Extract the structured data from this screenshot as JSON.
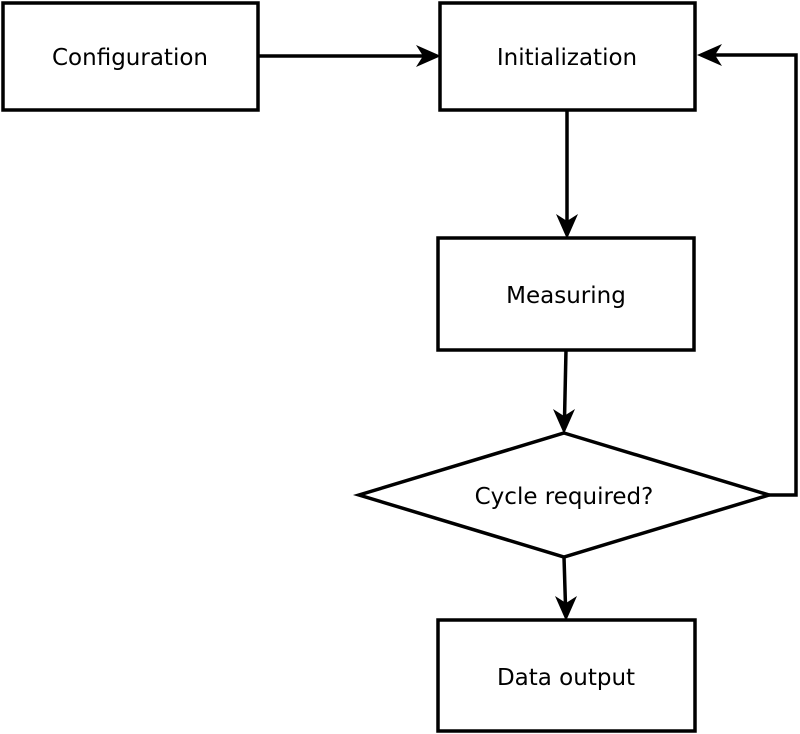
{
  "diagram": {
    "type": "flowchart",
    "background_color": "#ffffff",
    "stroke_color": "#000000",
    "node_fill_color": "#ffffff",
    "text_color": "#000000",
    "nodes": {
      "configuration": {
        "label": "Configuration",
        "shape": "rect"
      },
      "initialization": {
        "label": "Initialization",
        "shape": "rect"
      },
      "measuring": {
        "label": "Measuring",
        "shape": "rect"
      },
      "cycle_required": {
        "label": "Cycle required?",
        "shape": "diamond"
      },
      "data_output": {
        "label": "Data output",
        "shape": "rect"
      }
    },
    "edges": [
      {
        "from": "configuration",
        "to": "initialization",
        "style": "arrow"
      },
      {
        "from": "initialization",
        "to": "measuring",
        "style": "arrow"
      },
      {
        "from": "measuring",
        "to": "cycle_required",
        "style": "arrow"
      },
      {
        "from": "cycle_required",
        "to": "data_output",
        "style": "arrow"
      },
      {
        "from": "cycle_required",
        "to": "initialization",
        "style": "arrow",
        "kind": "feedback-loop"
      }
    ]
  }
}
